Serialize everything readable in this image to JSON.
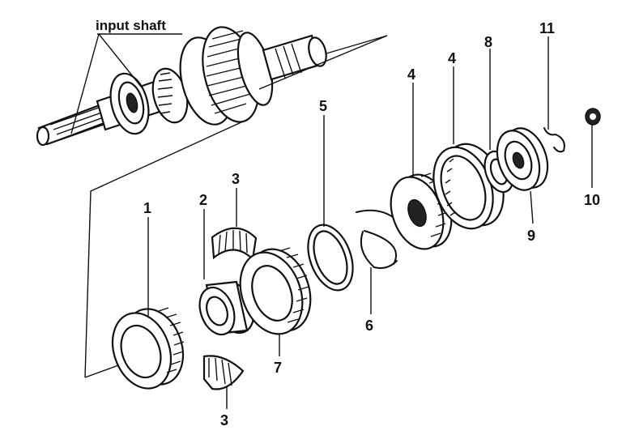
{
  "diagram": {
    "title_label": "input shaft",
    "parts": [
      {
        "id": "1"
      },
      {
        "id": "2"
      },
      {
        "id": "3"
      },
      {
        "id": "3"
      },
      {
        "id": "4"
      },
      {
        "id": "4"
      },
      {
        "id": "5"
      },
      {
        "id": "6"
      },
      {
        "id": "7"
      },
      {
        "id": "8"
      },
      {
        "id": "9"
      },
      {
        "id": "10"
      },
      {
        "id": "11"
      }
    ]
  }
}
